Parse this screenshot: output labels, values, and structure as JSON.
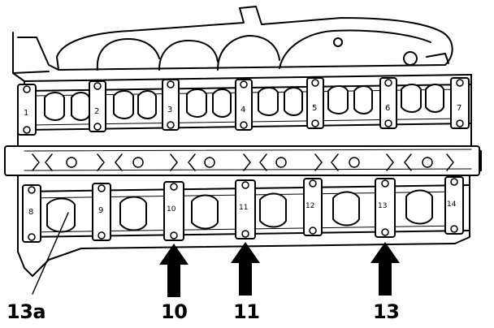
{
  "figure": {
    "description_free": true,
    "cap_numbers": [
      "1",
      "2",
      "3",
      "4",
      "5",
      "6",
      "7",
      "8",
      "9",
      "10",
      "11",
      "12",
      "13",
      "14"
    ],
    "callouts": {
      "c13a": "13a",
      "c10": "10",
      "c11": "11",
      "c13": "13"
    },
    "colors": {
      "line": "#000000",
      "background": "#ffffff",
      "arrow_fill": "#000000"
    }
  }
}
